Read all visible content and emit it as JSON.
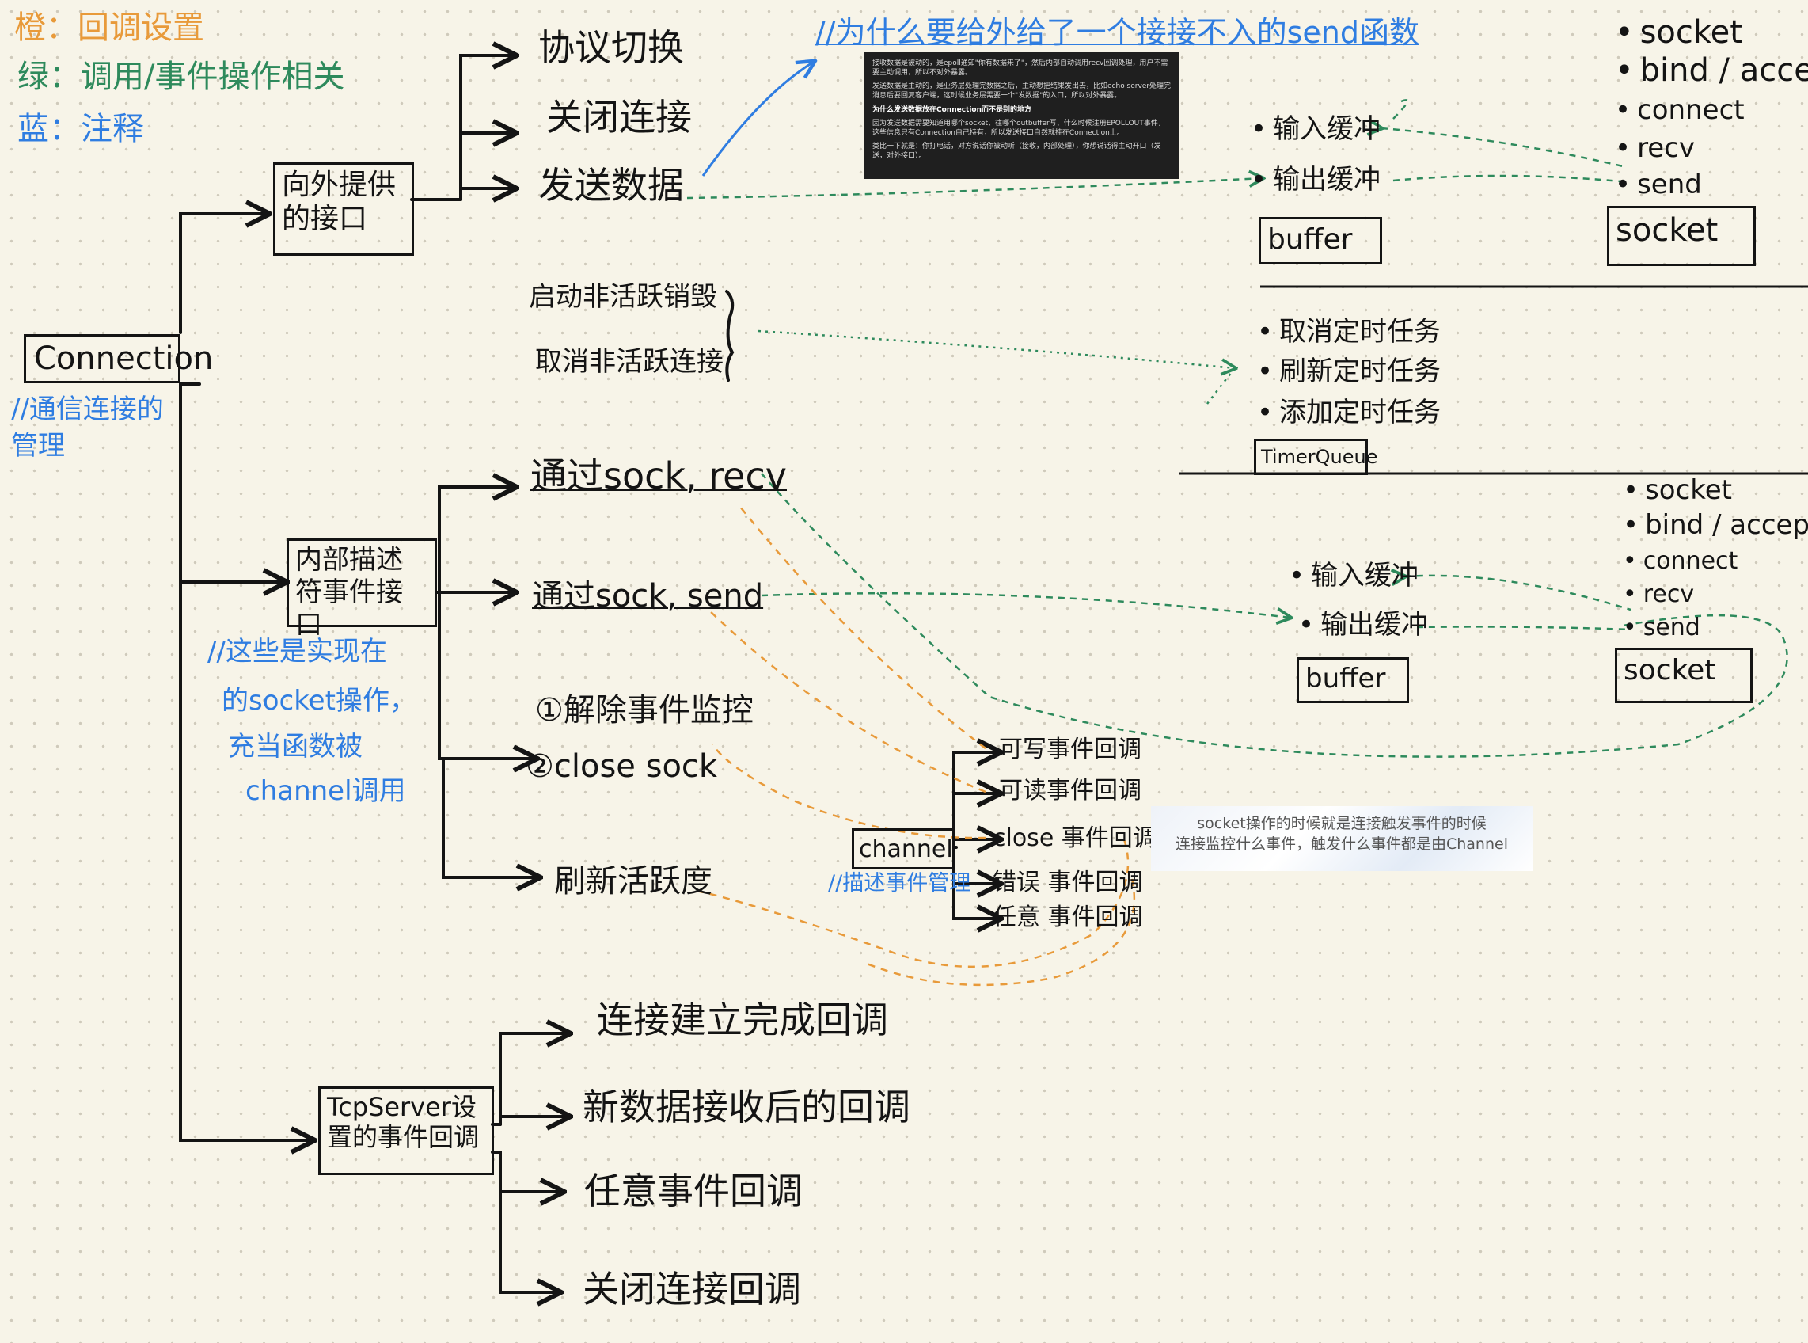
{
  "legend": {
    "orange": "橙：回调设置",
    "green": "绿：调用/事件操作相关",
    "blue": "蓝：注释"
  },
  "root": {
    "label": "Connection",
    "note": "//通信连接的管理"
  },
  "external_interface": {
    "label": "向外提供的接口",
    "items": [
      "协议切换",
      "关闭连接",
      "发送数据"
    ],
    "note": "//为什么要给外给了一个接接不入的send函数"
  },
  "screenshot_note": {
    "paragraphs": [
      "接收数据是被动的，是epoll通知\"你有数据来了\"，然后内部自动调用recv回调处理，用户不需要主动调用，所以不对外暴露。",
      "发送数据是主动的，是业务层处理完数据之后，主动想把结果发出去，比如echo server处理完消息后要回复客户端，这时候业务层需要一个\"发数据\"的入口，所以对外暴露。",
      "为什么发送数据放在Connection而不是别的地方",
      "因为发送数据需要知道用哪个socket、往哪个outbuffer写、什么时候注册EPOLLOUT事件，这些信息只有Connection自己持有，所以发送接口自然就挂在Connection上。",
      "类比一下就是：你打电话，对方说话你被动听（接收，内部处理），你想说话得主动开口（发送，对外接口）。"
    ]
  },
  "socket_group_top": {
    "ops": [
      "socket",
      "bind / accept",
      "connect",
      "recv",
      "send"
    ],
    "box": "socket",
    "buffers": [
      "输入缓冲",
      "输出缓冲"
    ],
    "buffer_box": "buffer"
  },
  "inactive": {
    "items": [
      "启动非活跃销毁",
      "取消非活跃连接"
    ]
  },
  "timer_group": {
    "items": [
      "取消定时任务",
      "刷新定时任务",
      "添加定时任务"
    ],
    "box": "TimerQueue"
  },
  "internal_interface": {
    "label": "内部描述符事件接口",
    "items": [
      "通过sock, recv",
      "通过sock, send",
      "①解除事件监控",
      "②close sock",
      "刷新活跃度"
    ],
    "note": [
      "//这些是实现在",
      "的socket操作，",
      "充当函数被",
      "channel调用"
    ]
  },
  "socket_group_bottom": {
    "ops": [
      "socket",
      "bind / accept",
      "connect",
      "recv",
      "send"
    ],
    "box": "socket",
    "buffers": [
      "输入缓冲",
      "输出缓冲"
    ],
    "buffer_box": "buffer"
  },
  "channel": {
    "label": "channel",
    "note": "//描述事件管理",
    "callbacks": [
      "可写事件回调",
      "可读事件回调",
      "close 事件回调",
      "错误 事件回调",
      "任意 事件回调"
    ]
  },
  "tip": {
    "lines": [
      "socket操作的时候就是连接触发事件的时候",
      "连接监控什么事件，触发什么事件都是由Channel"
    ]
  },
  "tcpserver": {
    "label": "TcpServer设置的事件回调",
    "items": [
      "连接建立完成回调",
      "新数据接收后的回调",
      "任意事件回调",
      "关闭连接回调"
    ]
  },
  "colors": {
    "ink": "#141414",
    "orange": "#e89a3a",
    "green": "#2e8a5c",
    "blue": "#2f7de1",
    "paper": "#f7f4e8"
  }
}
